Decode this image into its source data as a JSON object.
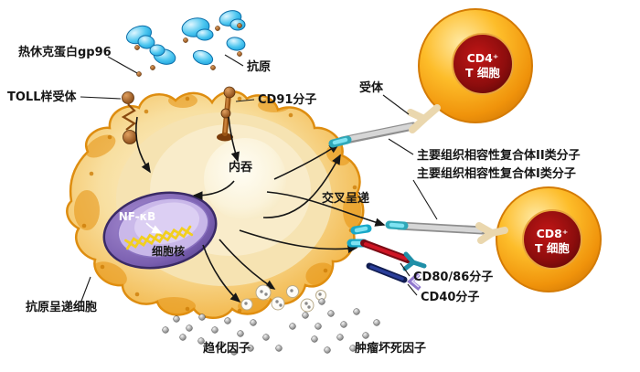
{
  "labels": {
    "hsp_gp96": "热休克蛋白gp96",
    "toll_receptor": "TOLL样受体",
    "antigen": "抗原",
    "cd91": "CD91分子",
    "endocytosis": "内吞",
    "receptor": "受体",
    "mhc_class2": "主要组织相容性复合体II类分子",
    "mhc_class1": "主要组织相容性复合体I类分子",
    "cross_presentation": "交叉呈递",
    "nfkb": "NF-κB",
    "nucleus": "细胞核",
    "cd4_line1": "CD4⁺",
    "cd4_line2": "T 细胞",
    "cd8_line1": "CD8⁺",
    "cd8_line2": "T 细胞",
    "cd80_86": "CD80/86分子",
    "cd40": "CD40分子",
    "apc": "抗原呈递细胞",
    "chemokine": "趋化因子",
    "tnf": "肿瘤坏死因子"
  },
  "colors": {
    "apc_orange": "#f09c1a",
    "tcell_orange": "#f5a311",
    "tcell_core_red": "#6e0a0a",
    "nucleus_purple": "#6a4f9e",
    "antigen_blue": "#2db3e8",
    "receptor_brown": "#8a4a10",
    "mhc_gray": "#c0c0c0",
    "membrane_teal": "#2fa8b8",
    "cd80_red": "#c01020",
    "cd40_navy": "#1a2a6e",
    "chromatin_yellow": "#f2cf1f"
  }
}
